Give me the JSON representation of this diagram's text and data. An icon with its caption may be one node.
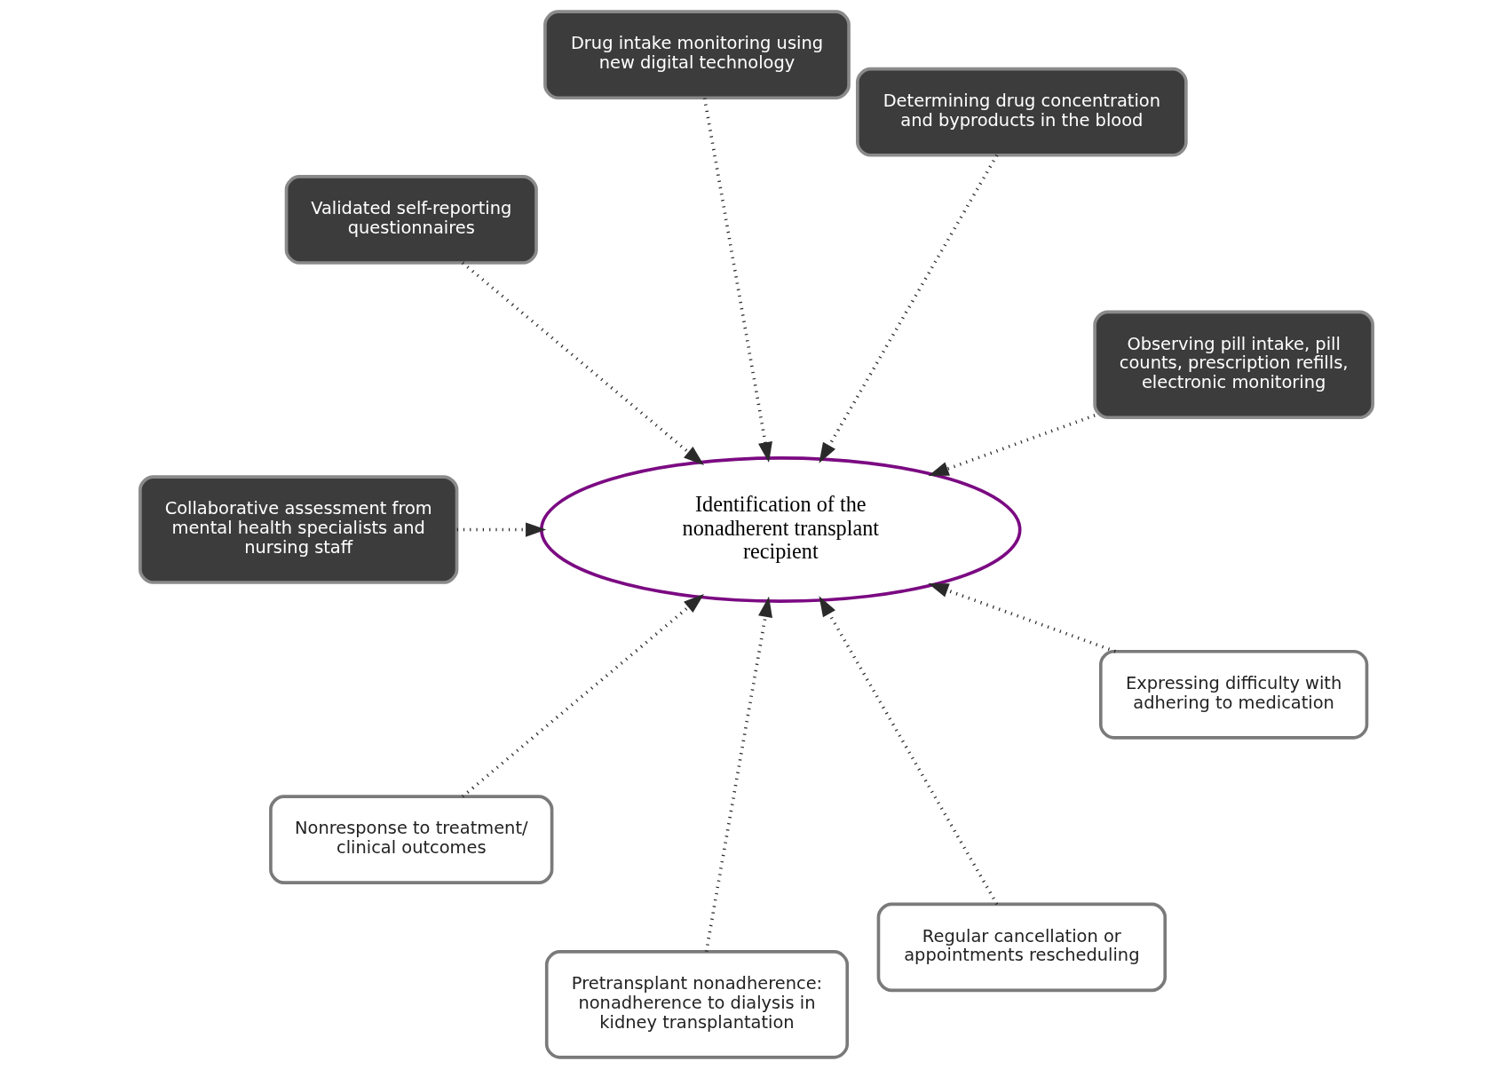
{
  "diagram": {
    "nodes": [
      {
        "text": [
          "Observing pill intake, pill counts, prescription refills, electronic monitoring"
        ]
      },
      {
        "text": [
          "Determining drug concentration and byproducts in the blood"
        ]
      },
      {
        "text": [
          "Drug intake monitoring using new digital technology"
        ]
      },
      {
        "text": [
          "Validated self-reporting questionnaires"
        ]
      },
      {
        "text": [
          "Identification of the nonadherent transplant recipient"
        ]
      },
      {
        "text": [
          "Collaborative assessment from mental health specialists and nursing staff"
        ]
      },
      {
        "text": [
          "Nonresponse to treatment/ clinical outcomes"
        ]
      },
      {
        "text": [
          "Pretransplant nonadherence: nonadherence to dialysis in kidney transplantation"
        ]
      },
      {
        "text": [
          "Regular cancellation or appointments rescheduling"
        ]
      },
      {
        "text": [
          "Expressing difficulty with adhering to medication"
        ]
      }
    ],
    "edges": [
      {
        "from": 1,
        "to": 4,
        "arrow": "to",
        "style": "dashed"
      },
      {
        "from": 0,
        "to": 4,
        "arrow": "to",
        "style": "dashed"
      },
      {
        "from": 2,
        "to": 4,
        "arrow": "to",
        "style": "dashed"
      },
      {
        "from": 5,
        "to": 4,
        "arrow": "to",
        "style": "dashed"
      },
      {
        "from": 7,
        "to": 4,
        "arrow": "to",
        "style": "dashed"
      },
      {
        "from": 9,
        "to": 4,
        "arrow": "to",
        "style": "dashed"
      },
      {
        "from": 8,
        "to": 4,
        "arrow": "to",
        "style": "dashed"
      },
      {
        "from": 6,
        "to": 4,
        "arrow": "to",
        "style": "dashed"
      },
      {
        "from": 3,
        "to": 4,
        "arrow": "to",
        "style": "dashed"
      }
    ]
  }
}
